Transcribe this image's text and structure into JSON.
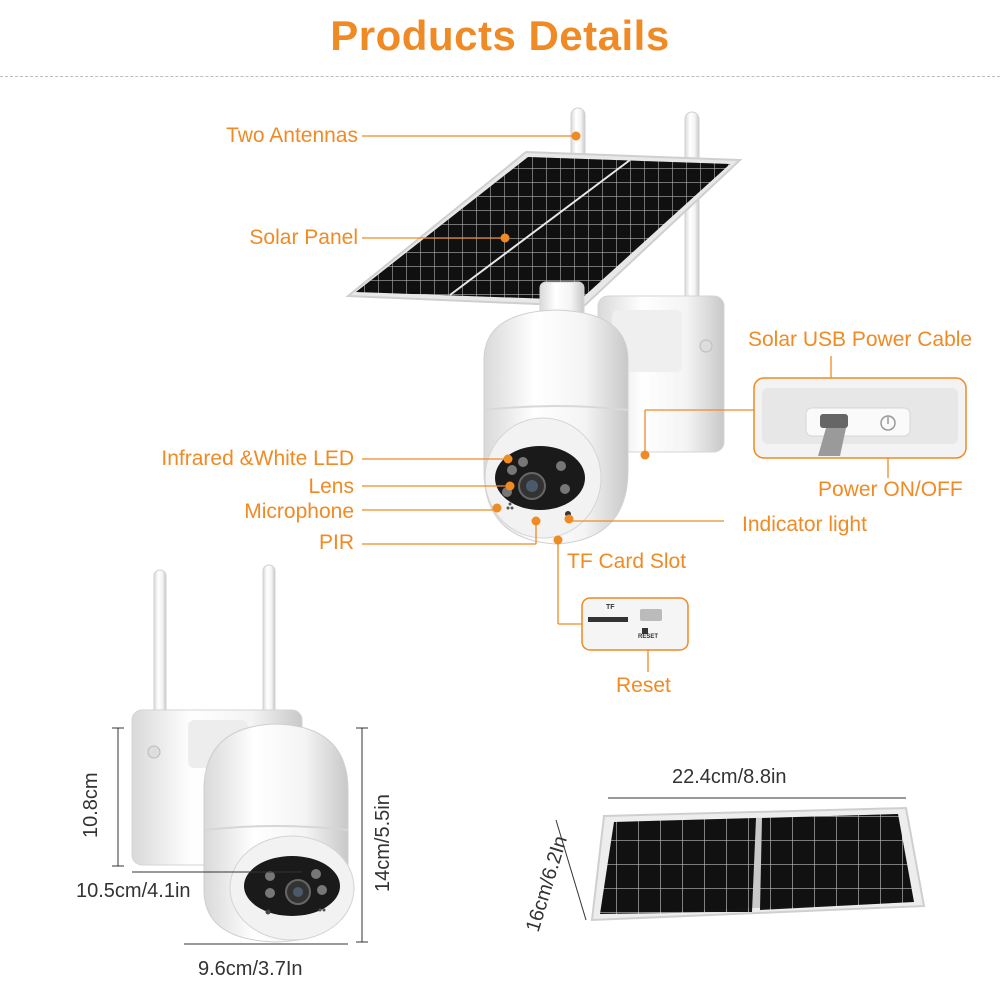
{
  "title": "Products Details",
  "callouts": {
    "two_antennas": "Two Antennas",
    "solar_panel": "Solar Panel",
    "solar_usb_power_cable": "Solar USB Power Cable",
    "infrared_white_led": "Infrared &White LED",
    "lens": "Lens",
    "microphone": "Microphone",
    "pir": "PIR",
    "indicator_light": "Indicator light",
    "power_on_off": "Power ON/OFF",
    "tf_card_slot": "TF Card Slot",
    "reset": "Reset"
  },
  "inset_labels": {
    "tf": "TF",
    "reset": "RESET"
  },
  "dimensions": {
    "camera_height": "10.8cm",
    "camera_width": "10.5cm/4.1in",
    "camera_total_height": "14cm/5.5in",
    "camera_dome_width": "9.6cm/3.7In",
    "panel_width": "22.4cm/8.8in",
    "panel_height": "16cm/6.2In"
  },
  "colors": {
    "accent": "#f08a24",
    "text": "#333333",
    "panel": "#1a1a1a"
  }
}
